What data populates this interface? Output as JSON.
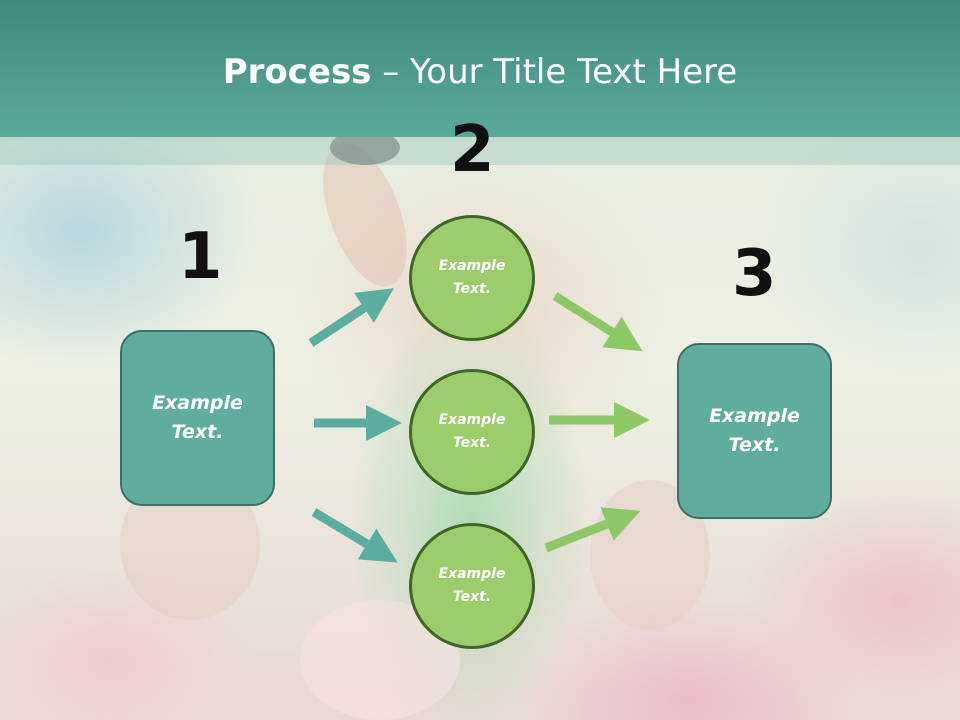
{
  "title": {
    "bold": "Process",
    "rest": " – Your Title Text Here"
  },
  "steps": {
    "one": "1",
    "two": "2",
    "three": "3"
  },
  "left_box": {
    "line1": "Example",
    "line2": "Text."
  },
  "right_box": {
    "line1": "Example",
    "line2": "Text."
  },
  "circles": [
    {
      "line1": "Example",
      "line2": "Text."
    },
    {
      "line1": "Example",
      "line2": "Text."
    },
    {
      "line1": "Example",
      "line2": "Text."
    }
  ],
  "colors": {
    "header": "#4f9c8e",
    "box_fill": "#5fad9f",
    "circle_fill": "#9ccd6c",
    "teal_arrow": "#5aaea0",
    "green_arrow": "#8cc866"
  }
}
